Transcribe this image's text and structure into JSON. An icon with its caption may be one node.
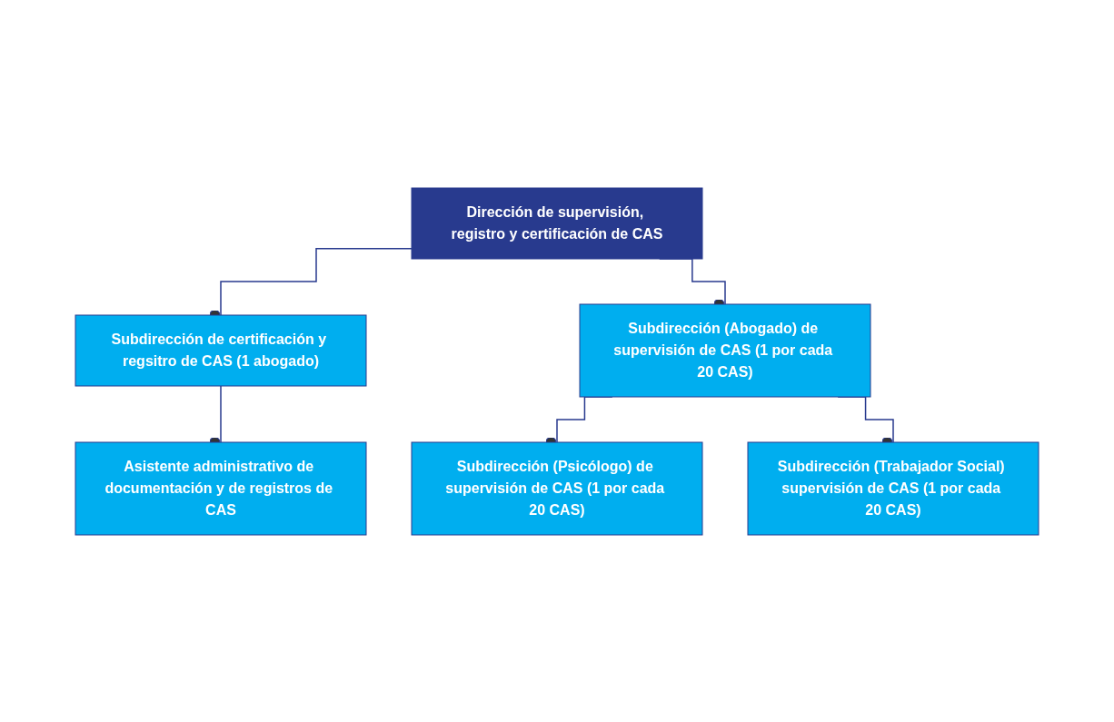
{
  "diagram": {
    "nodes": [
      {
        "text": [
          "Dirección de supervisión, registro y certificación de CAS"
        ]
      },
      {
        "text": [
          "Subdirección de certificación y regsitro de CAS (1 abogado)"
        ]
      },
      {
        "text": [
          "Asistente administrativo de documentación y de registros de CAS"
        ]
      },
      {
        "text": [
          "Subdirección (Abogado) de supervisión de CAS (1 por cada 20 CAS)"
        ]
      },
      {
        "text": [
          "Subdirección (Psicólogo) de supervisión de CAS (1 por cada 20 CAS)"
        ]
      },
      {
        "text": [
          "Subdirección (Trabajador Social) supervisión de CAS (1 por cada 20 CAS)"
        ]
      }
    ],
    "edges": [
      {
        "from": 0,
        "to": 1,
        "arrow": "other"
      },
      {
        "from": 0,
        "to": 3,
        "arrow": "other"
      },
      {
        "from": 1,
        "to": 2,
        "arrow": "other"
      },
      {
        "from": 3,
        "to": 4,
        "arrow": "other"
      },
      {
        "from": 3,
        "to": 5,
        "arrow": "other"
      }
    ]
  }
}
